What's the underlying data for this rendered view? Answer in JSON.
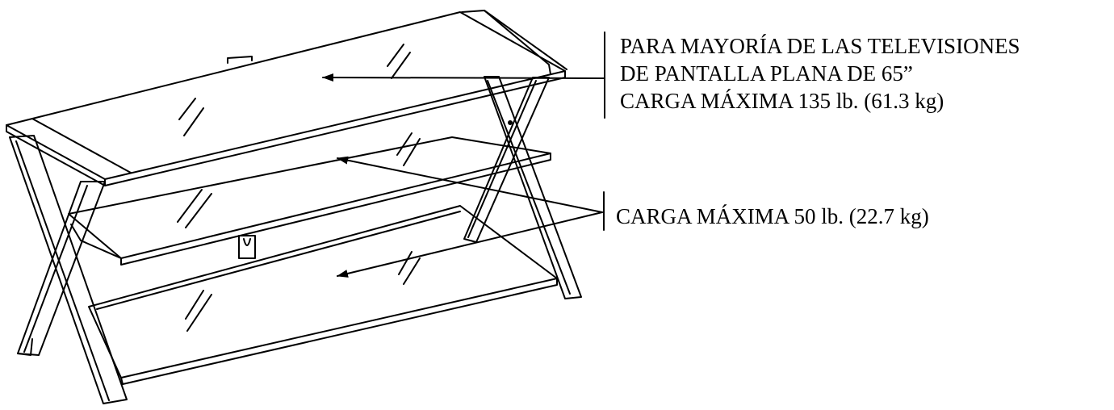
{
  "callouts": {
    "top_shelf": {
      "lines": [
        "PARA MAYORÍA DE LAS TELEVISIONES",
        "DE PANTALLA PLANA DE 65”",
        "CARGA MÁXIMA 135 lb. (61.3 kg)"
      ]
    },
    "lower_shelves": {
      "text": "CARGA MÁXIMA 50 lb. (22.7 kg)"
    }
  },
  "colors": {
    "line": "#000000",
    "background": "#ffffff"
  }
}
